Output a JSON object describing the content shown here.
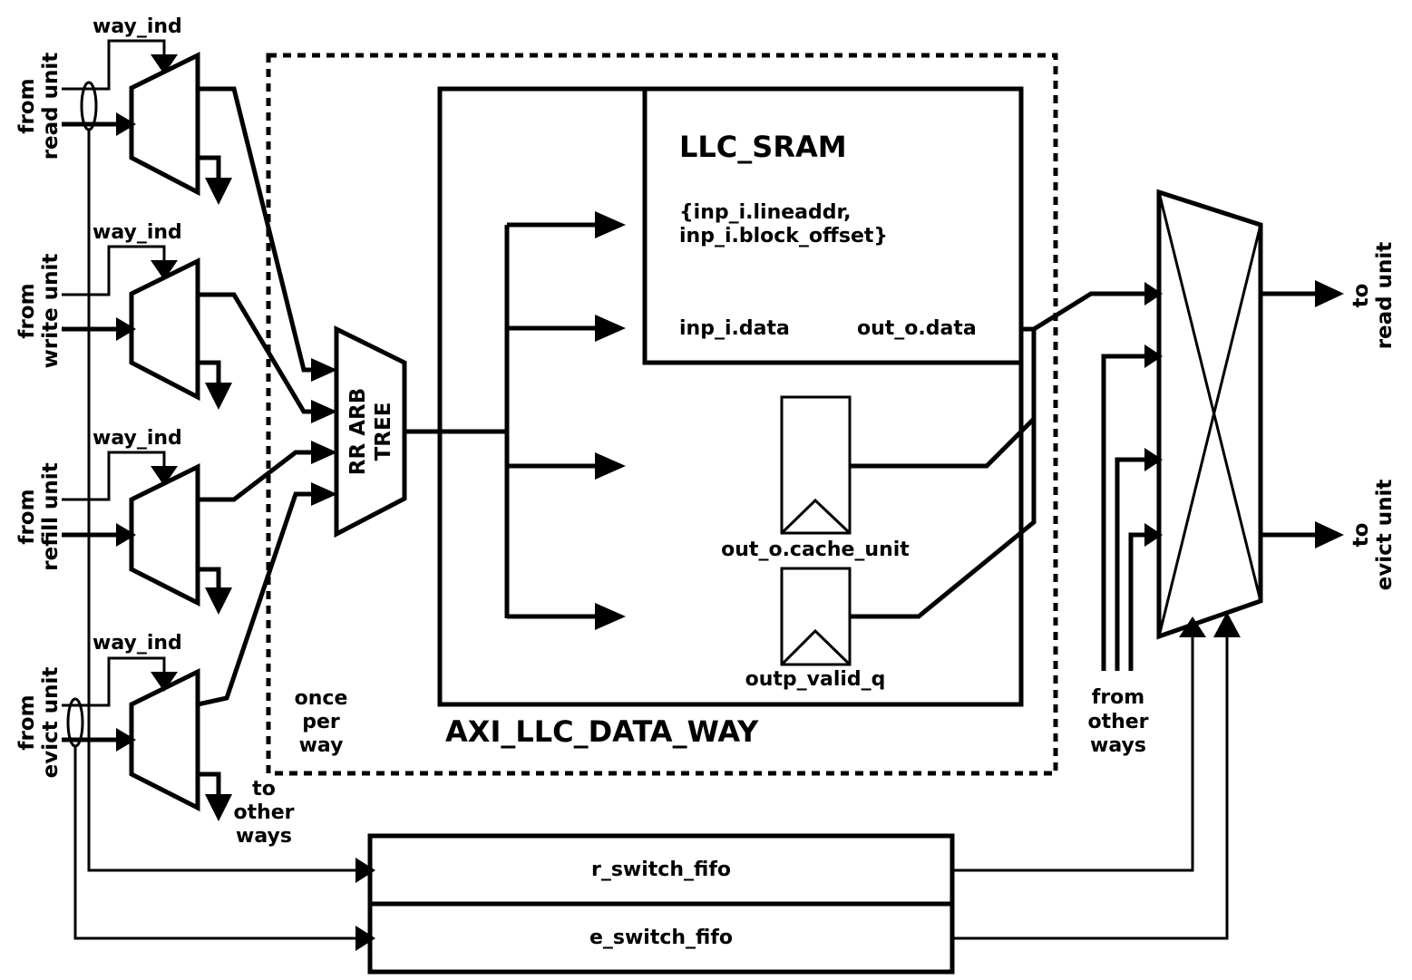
{
  "inputs": [
    {
      "way_ind": "way_ind",
      "source_line1": "from",
      "source_line2": "read unit"
    },
    {
      "way_ind": "way_ind",
      "source_line1": "from",
      "source_line2": "write unit"
    },
    {
      "way_ind": "way_ind",
      "source_line1": "from",
      "source_line2": "refill unit"
    },
    {
      "way_ind": "way_ind",
      "source_line1": "from",
      "source_line2": "evict unit"
    }
  ],
  "to_other_ways": [
    "to",
    "other",
    "ways"
  ],
  "once_per_way": [
    "once",
    "per",
    "way"
  ],
  "arbiter": [
    "RR ARB",
    "TREE"
  ],
  "module_title": "AXI_LLC_DATA_WAY",
  "sram": {
    "title": "LLC_SRAM",
    "addr_line1": "{inp_i.lineaddr,",
    "addr_line2": "inp_i.block_offset}",
    "data_in": "inp_i.data",
    "data_out": "out_o.data"
  },
  "regs": [
    "out_o.cache_unit",
    "outp_valid_q"
  ],
  "from_other_ways": [
    "from",
    "other",
    "ways"
  ],
  "outputs": [
    {
      "line1": "to",
      "line2": "read unit"
    },
    {
      "line1": "to",
      "line2": "evict unit"
    }
  ],
  "fifos": [
    "r_switch_fifo",
    "e_switch_fifo"
  ]
}
